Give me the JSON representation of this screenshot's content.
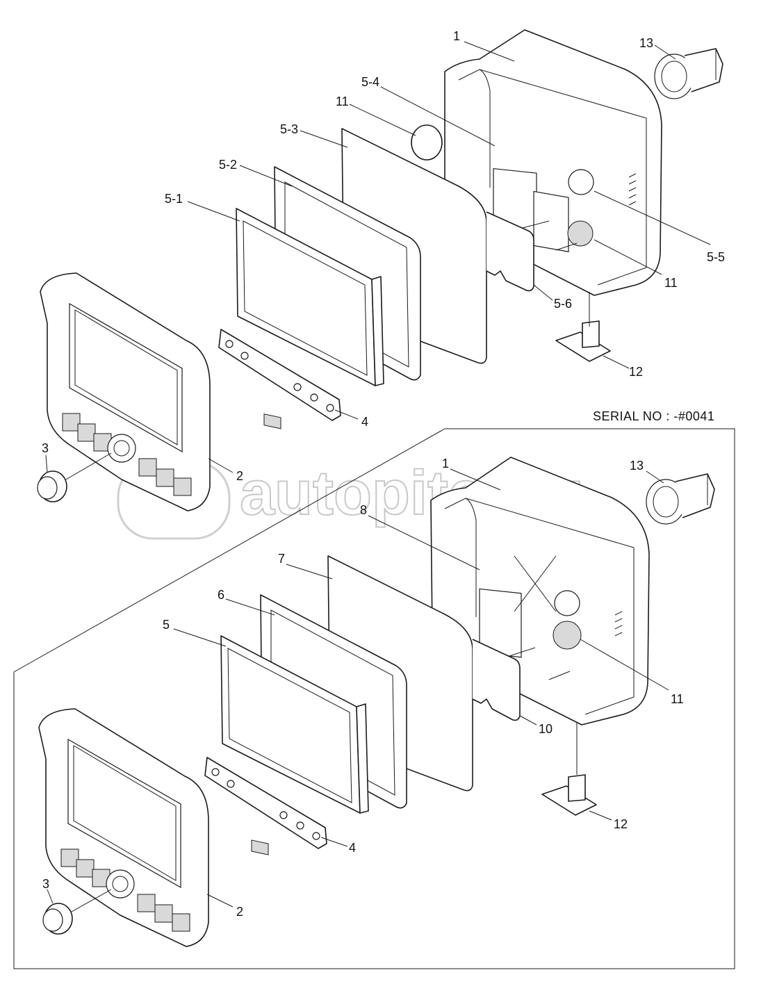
{
  "serial_note": "SERIAL NO : -#0041",
  "watermark": "autopiter.ru",
  "upper_assembly": {
    "labels": {
      "housing": "1",
      "cover_plug": "13",
      "bracket_5_4": "5-4",
      "cap_11_a": "11",
      "plate_5_3": "5-3",
      "frame_5_2": "5-2",
      "lcd_5_1": "5-1",
      "board_5_5": "5-5",
      "cap_11_b": "11",
      "board_5_6": "5-6",
      "clip": "12",
      "key_board": "4",
      "front_case": "2",
      "knob": "3"
    }
  },
  "lower_assembly": {
    "labels": {
      "housing": "1",
      "cover_plug": "13",
      "bracket": "8",
      "plate": "7",
      "frame": "6",
      "lcd": "5",
      "cap": "11",
      "board": "10",
      "clip": "12",
      "key_board": "4",
      "front_case": "2",
      "knob": "3"
    }
  }
}
